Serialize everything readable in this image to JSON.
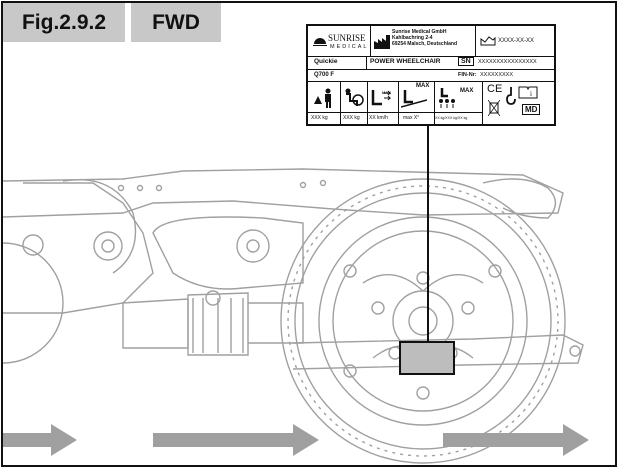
{
  "figure": {
    "number": "Fig.2.9.2",
    "mode": "FWD"
  },
  "label": {
    "brand_top": "SUNRISE",
    "brand_bottom": "MEDICAL",
    "manufacturer": [
      "Sunrise Medical GmbH",
      "Kahlbachring 2-4",
      "69254 Malsch, Deutschland"
    ],
    "date": "XXXX-XX-XX",
    "model": "Quickie",
    "device_type": "POWER WHEELCHAIR",
    "sn_label": "SN",
    "sn_value": "XXXXXXXXXXXXXXXX",
    "model_number": "Q700 F",
    "fin_label": "FIN-Nr:",
    "fin_value": "XXXXXXXXX",
    "max_label_1": "MAX",
    "max_label_2": "MAX",
    "max_label_3": "MAX",
    "weight_1": "XXX kg",
    "weight_2": "XXX kg",
    "speed": "XX km/h",
    "slope": "max X°",
    "axle_loads": "XX kg/XXX kg/XX kg",
    "ce": "CE",
    "md": "MD"
  },
  "colors": {
    "outline": "#111111",
    "drawing": "#9a9a9a",
    "arrow": "#9a9a9a",
    "tab": "#c8c8c8",
    "label_marker": "#bdbdbd"
  }
}
